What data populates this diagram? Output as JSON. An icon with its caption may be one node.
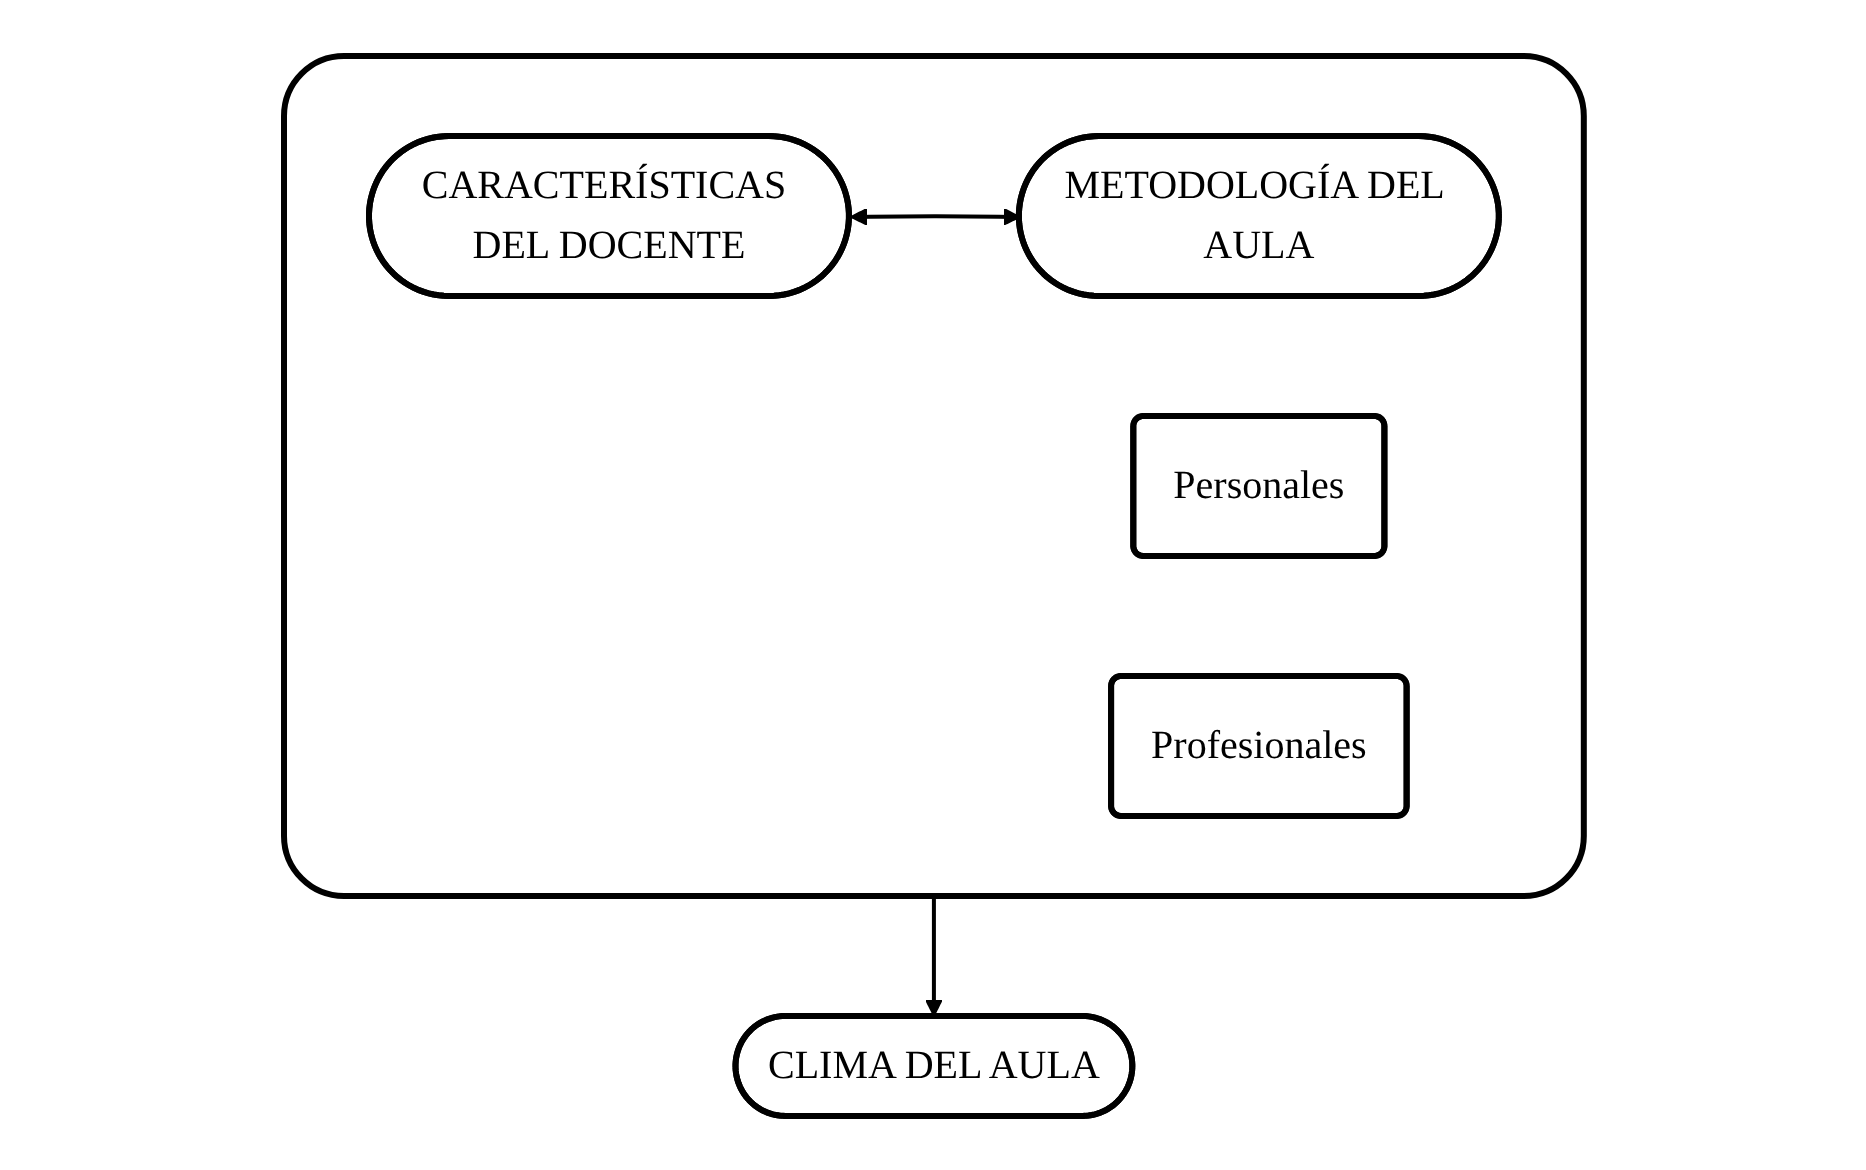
{
  "diagram": {
    "nodes": [
      {
        "text": [],
        "shape": "box"
      },
      {
        "text": [
          "CARACTERÍSTICAS DEL DOCENTE"
        ],
        "in": 0
      },
      {
        "text": [
          "METODOLOGÍA DEL AULA"
        ],
        "in": 0
      },
      {
        "text": [
          "Personales"
        ],
        "in": 0
      },
      {
        "text": [
          "Profesionales"
        ],
        "in": 0
      },
      {
        "text": [
          "CLIMA DEL AULA"
        ]
      }
    ],
    "edges": [
      {
        "from": 1,
        "to": 2,
        "arrow": "both"
      },
      {
        "from": 0,
        "to": 5,
        "arrow": "to"
      }
    ]
  }
}
